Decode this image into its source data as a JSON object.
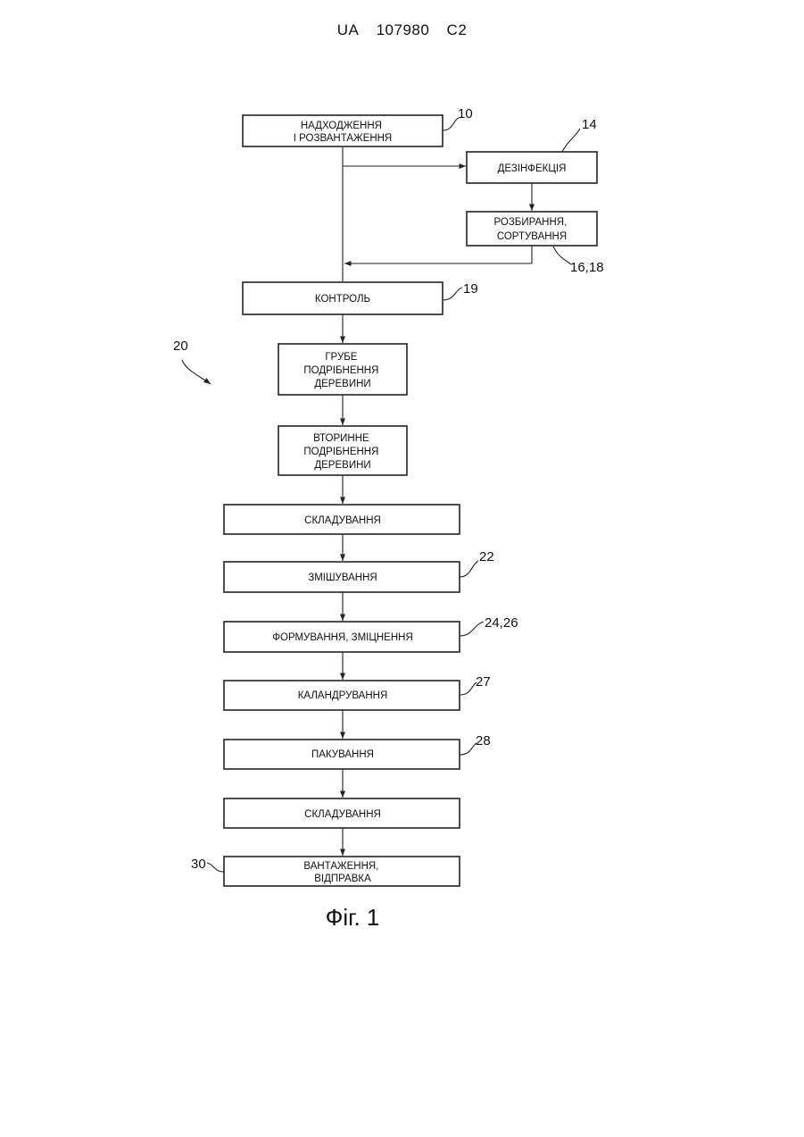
{
  "header": {
    "country": "UA",
    "number": "107980",
    "kind": "C2"
  },
  "steps": {
    "receiving": [
      "НАДХОДЖЕННЯ",
      "І РОЗВАНТАЖЕННЯ"
    ],
    "disinfection": [
      "ДЕЗІНФЕКЦІЯ"
    ],
    "sorting": [
      "РОЗБИРАННЯ,",
      "СОРТУВАННЯ"
    ],
    "control": [
      "КОНТРОЛЬ"
    ],
    "coarse": [
      "ГРУБЕ",
      "ПОДРІБНЕННЯ",
      "ДЕРЕВИНИ"
    ],
    "secondary": [
      "ВТОРИННЕ",
      "ПОДРІБНЕННЯ",
      "ДЕРЕВИНИ"
    ],
    "storage1": [
      "СКЛАДУВАННЯ"
    ],
    "mixing": [
      "ЗМІШУВАННЯ"
    ],
    "forming": [
      "ФОРМУВАННЯ, ЗМІЦНЕННЯ"
    ],
    "calendering": [
      "КАЛАНДРУВАННЯ"
    ],
    "packing": [
      "ПАКУВАННЯ"
    ],
    "storage2": [
      "СКЛАДУВАННЯ"
    ],
    "loading": [
      "ВАНТАЖЕННЯ,",
      "ВІДПРАВКА"
    ]
  },
  "refs": {
    "receiving": "10",
    "disinfection": "14",
    "sorting": "16,18",
    "control": "19",
    "process": "20",
    "mixing": "22",
    "forming": "24,26",
    "calendering": "27",
    "packing": "28",
    "loading": "30"
  },
  "figure_label": "Фіг. 1"
}
